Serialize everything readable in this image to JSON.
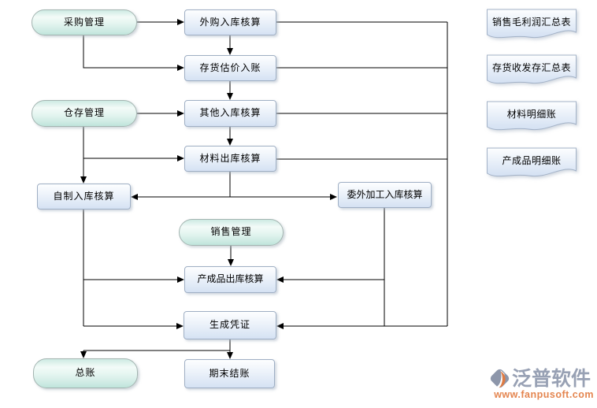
{
  "diagram": {
    "title": "inventory-accounting-flowchart",
    "nodes": {
      "purchase": "采购管理",
      "ext_purchase_in": "外购入库核算",
      "inventory_valuation": "存货估价入账",
      "warehouse": "仓存管理",
      "other_in": "其他入库核算",
      "material_out": "材料出库核算",
      "self_made_in": "自制入库核算",
      "outsourcing_in": "委外加工入库核算",
      "sales": "销售管理",
      "finished_out": "产成品出库核算",
      "voucher": "生成凭证",
      "general_ledger": "总账",
      "period_closing": "期末结账"
    },
    "reports": [
      {
        "label": "销售毛利润汇总表"
      },
      {
        "label": "存货收发存汇总表"
      },
      {
        "label": "材料明细账"
      },
      {
        "label": "产成品明细账"
      }
    ]
  },
  "branding": {
    "logo_text": "泛普软件",
    "website": "www.fanpusoft.com",
    "logo_icon": "fanpu-logo-icon"
  },
  "colors": {
    "background": "#ffffff",
    "pill_fill_top": "#cdeae3",
    "pill_fill_bottom": "#bfe5db",
    "rect_fill_top": "#fdfeff",
    "rect_fill_bottom": "#d5e2f3",
    "doc_fill_top": "#fdfeff",
    "doc_fill_bottom": "#d3e0f2",
    "connector": "#000000",
    "logo_text": "#98a1b4",
    "logo_website": "#e4854f",
    "logo_icon_gray": "#8d96aa",
    "logo_icon_orange": "#df7b43"
  }
}
